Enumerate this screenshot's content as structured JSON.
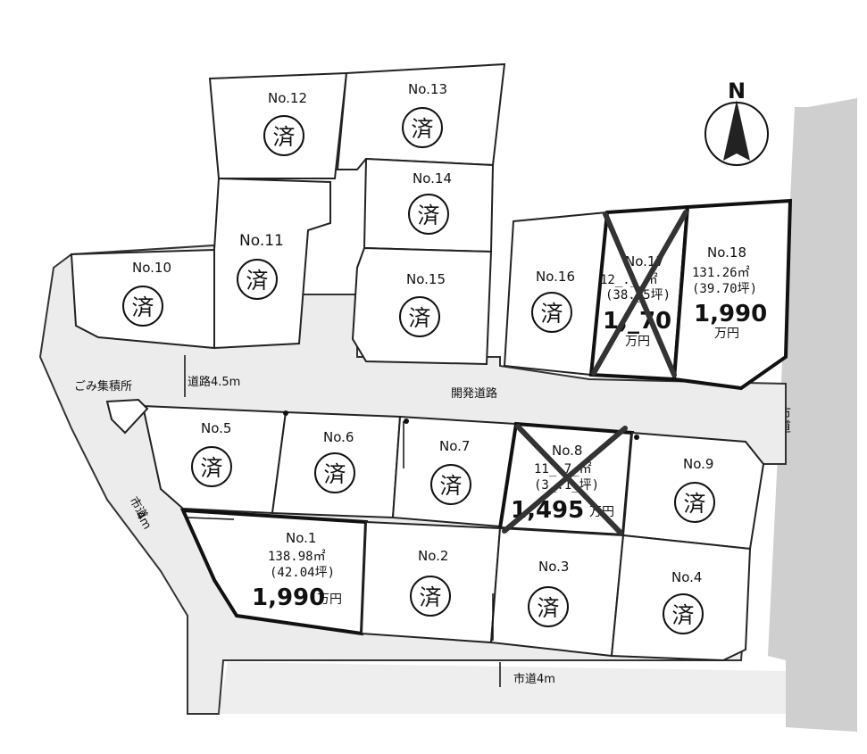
{
  "compass": {
    "north_label": "N"
  },
  "roads": {
    "road_width_label": "道路4.5m",
    "development_road_label": "開発道路",
    "garbage_label": "ごみ集積所",
    "city_road_left_label": "市道",
    "city_road_left_width": "4m",
    "city_road_bottom_label": "市道4m",
    "city_road_right_label": "市道"
  },
  "sold_mark": "済",
  "lots": {
    "no1": {
      "label": "No.1",
      "area": "138.98㎡",
      "tsubo": "(42.04坪)",
      "price": "1,990",
      "unit": "万円"
    },
    "no2": {
      "label": "No.2"
    },
    "no3": {
      "label": "No.3"
    },
    "no4": {
      "label": "No.4"
    },
    "no5": {
      "label": "No.5"
    },
    "no6": {
      "label": "No.6"
    },
    "no7": {
      "label": "No.7"
    },
    "no8": {
      "label": "No.8",
      "area": "11_.7_㎡",
      "tsubo": "(3_.1_坪)",
      "price": "1,495",
      "unit": "万円"
    },
    "no9": {
      "label": "No.9"
    },
    "no10": {
      "label": "No.10"
    },
    "no11": {
      "label": "No.11"
    },
    "no12": {
      "label": "No.12"
    },
    "no13": {
      "label": "No.13"
    },
    "no14": {
      "label": "No.14"
    },
    "no15": {
      "label": "No.15"
    },
    "no16": {
      "label": "No.16"
    },
    "no17": {
      "label": "No.17",
      "area": "12_.__㎡",
      "tsubo": "(38._5坪)",
      "price": "1,_70",
      "unit": "万円"
    },
    "no18": {
      "label": "No.18",
      "area": "131.26㎡",
      "tsubo": "(39.70坪)",
      "price": "1,990",
      "unit": "万円"
    }
  }
}
